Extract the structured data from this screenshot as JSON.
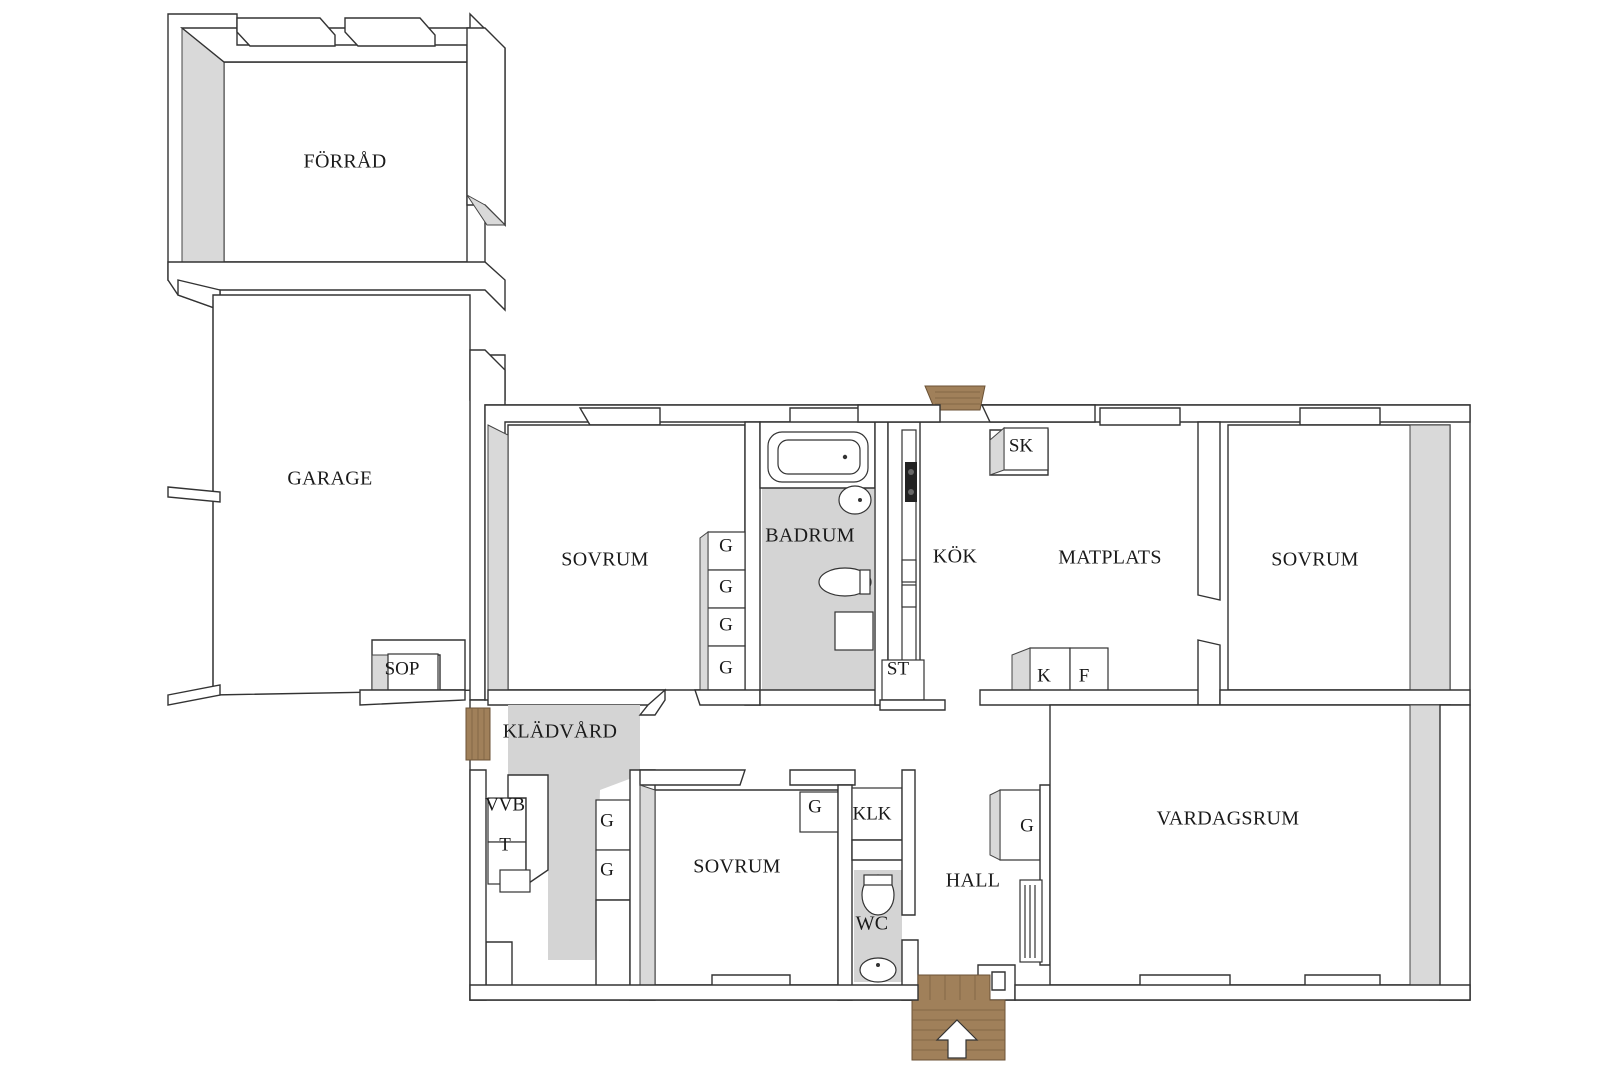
{
  "rooms": {
    "forrad": "FÖRRÅD",
    "garage": "GARAGE",
    "sovrum_1": "SOVRUM",
    "badrum": "BADRUM",
    "kok": "KÖK",
    "matplats": "MATPLATS",
    "sovrum_2": "SOVRUM",
    "kladvard": "KLÄDVÅRD",
    "sovrum_3": "SOVRUM",
    "hall": "HALL",
    "wc": "WC",
    "vardagsrum": "VARDAGSRUM"
  },
  "fixtures": {
    "sop": "SOP",
    "sk": "SK",
    "st": "ST",
    "k": "K",
    "f": "F",
    "klk": "KLK",
    "vvb": "VVB",
    "t": "T",
    "g": "G"
  },
  "colors": {
    "wall": "#ffffff",
    "wall_outline": "#333333",
    "grey_floor": "#d4d4d4",
    "wood_deck": "#a0805a"
  },
  "icons": {
    "entrance": "arrow-up-icon"
  }
}
